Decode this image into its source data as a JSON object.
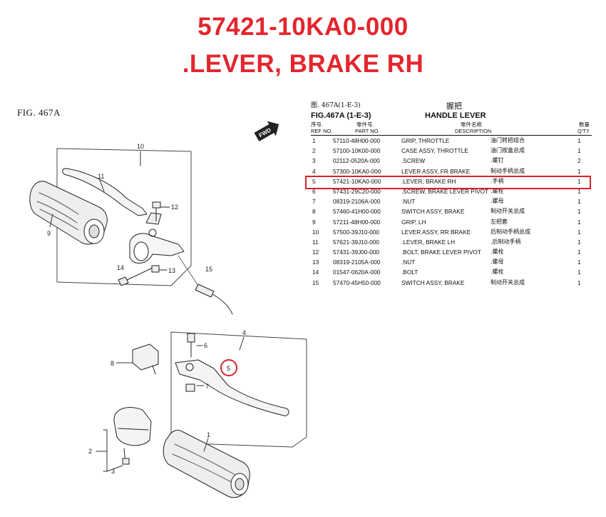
{
  "header": {
    "part_number": "57421-10KA0-000",
    "part_name": ".LEVER, BRAKE RH"
  },
  "figure": {
    "label": "FIG. 467A",
    "fwd_label": "FWD",
    "callouts": [
      "1",
      "2",
      "3",
      "4",
      "5",
      "6",
      "7",
      "8",
      "9",
      "10",
      "11",
      "12",
      "13",
      "14",
      "15"
    ],
    "highlight_callout": "5"
  },
  "table": {
    "title_cn_fig": "图. 467A(1-E-3)",
    "title_cn_name": "握把",
    "title_en_fig": "FIG.467A (1-E-3)",
    "title_en_name": "HANDLE LEVER",
    "col_ref_cn": "序号.",
    "col_ref_en": "REF NO.",
    "col_part_cn": "零件号.",
    "col_part_en": "PART NO.",
    "col_desc_cn": "零件名称",
    "col_desc_en": "DESCRIPTION",
    "col_qty_cn": "数量",
    "col_qty_en": "Q'TY",
    "highlight_color": "#d8232a",
    "rows": [
      {
        "ref": "1",
        "part": "57110-48H00-000",
        "desc": "GRIP, THROTTLE",
        "cn": "油门转把组合",
        "qty": "1"
      },
      {
        "ref": "2",
        "part": "57100-10K00-000",
        "desc": "CASE ASSY, THROTTLE",
        "cn": "油门按盒总成",
        "qty": "1"
      },
      {
        "ref": "3",
        "part": "02112-0520A-000",
        "desc": ".SCREW",
        "cn": ".螺钉",
        "qty": "2"
      },
      {
        "ref": "4",
        "part": "57300-10KA0-000",
        "desc": "LEVER ASSY, FR BRAKE",
        "cn": "制动手柄总成",
        "qty": "1"
      },
      {
        "ref": "5",
        "part": "57421-10KA0-000",
        "desc": ".LEVER, BRAKE RH",
        "cn": ".手柄",
        "qty": "1"
      },
      {
        "ref": "6",
        "part": "57431-29C20-000",
        "desc": ".SCREW, BRAKE LEVER PIVOT",
        "cn": ".螺栓",
        "qty": "1"
      },
      {
        "ref": "7",
        "part": "08319-2106A-000",
        "desc": ".NUT",
        "cn": ".螺母",
        "qty": "1"
      },
      {
        "ref": "8",
        "part": "57460-41H00-000",
        "desc": "SWITCH ASSY, BRAKE",
        "cn": "制动开关总成",
        "qty": "1"
      },
      {
        "ref": "9",
        "part": "57211-48H00-000",
        "desc": "GRIP, LH",
        "cn": "左把套",
        "qty": "1"
      },
      {
        "ref": "10",
        "part": "57500-39J10-000",
        "desc": "LEVER ASSY, RR BRAKE",
        "cn": "后制动手柄总成",
        "qty": "1"
      },
      {
        "ref": "11",
        "part": "57621-39J10-000",
        "desc": ".LEVER, BRAKE LH",
        "cn": ".后制动手柄",
        "qty": "1"
      },
      {
        "ref": "12",
        "part": "57431-39J00-000",
        "desc": ".BOLT, BRAKE LEVER PIVOT",
        "cn": ".螺栓",
        "qty": "1"
      },
      {
        "ref": "13",
        "part": "08319-2105A-000",
        "desc": ".NUT",
        "cn": ".螺母",
        "qty": "1"
      },
      {
        "ref": "14",
        "part": "01547-0620A-000",
        "desc": ".BOLT",
        "cn": ".螺栓",
        "qty": "1"
      },
      {
        "ref": "15",
        "part": "57470-45H50-000",
        "desc": "SWITCH ASSY, BRAKE",
        "cn": "制动开关总成",
        "qty": "1"
      }
    ]
  }
}
